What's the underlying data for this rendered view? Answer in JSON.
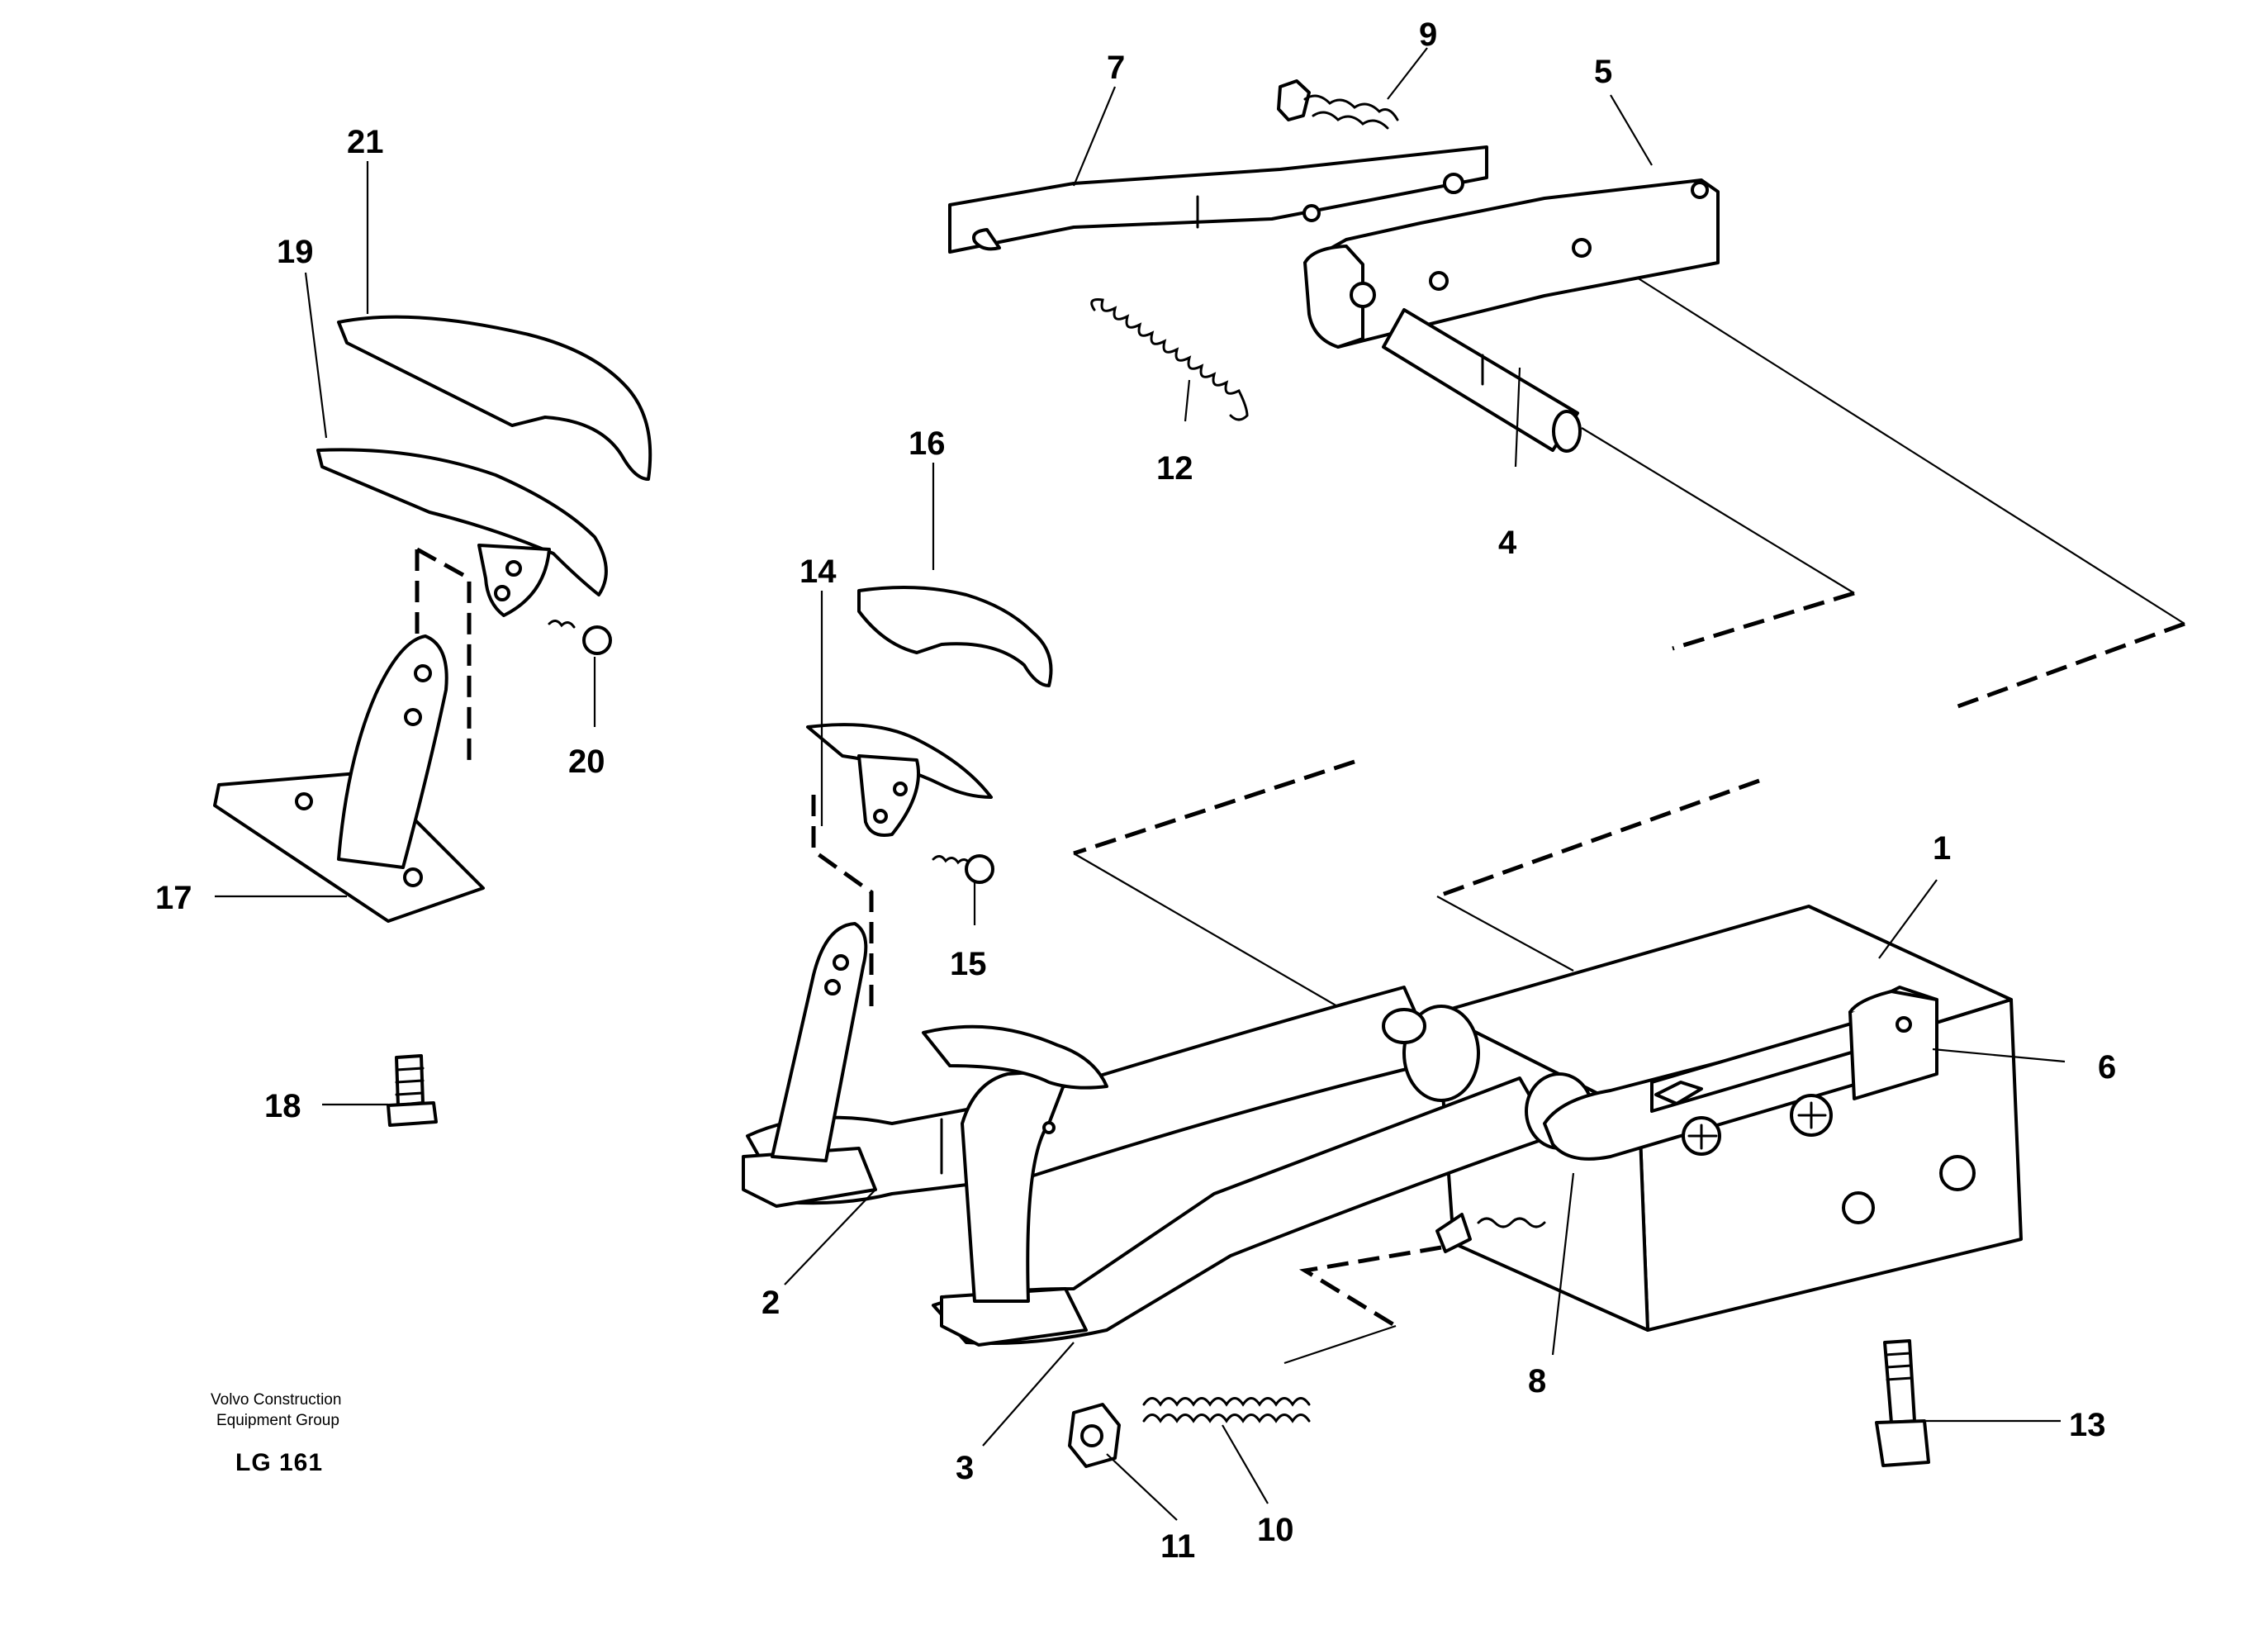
{
  "callouts": {
    "c1": "1",
    "c2": "2",
    "c3": "3",
    "c4": "4",
    "c5": "5",
    "c6": "6",
    "c7": "7",
    "c8": "8",
    "c9": "9",
    "c10": "10",
    "c11": "11",
    "c12": "12",
    "c13": "13",
    "c14": "14",
    "c15": "15",
    "c16": "16",
    "c17": "17",
    "c18": "18",
    "c19": "19",
    "c20": "20",
    "c21": "21"
  },
  "footer": {
    "company_line1": "Volvo Construction",
    "company_line2": "Equipment Group",
    "figure_code": "LG 161"
  }
}
